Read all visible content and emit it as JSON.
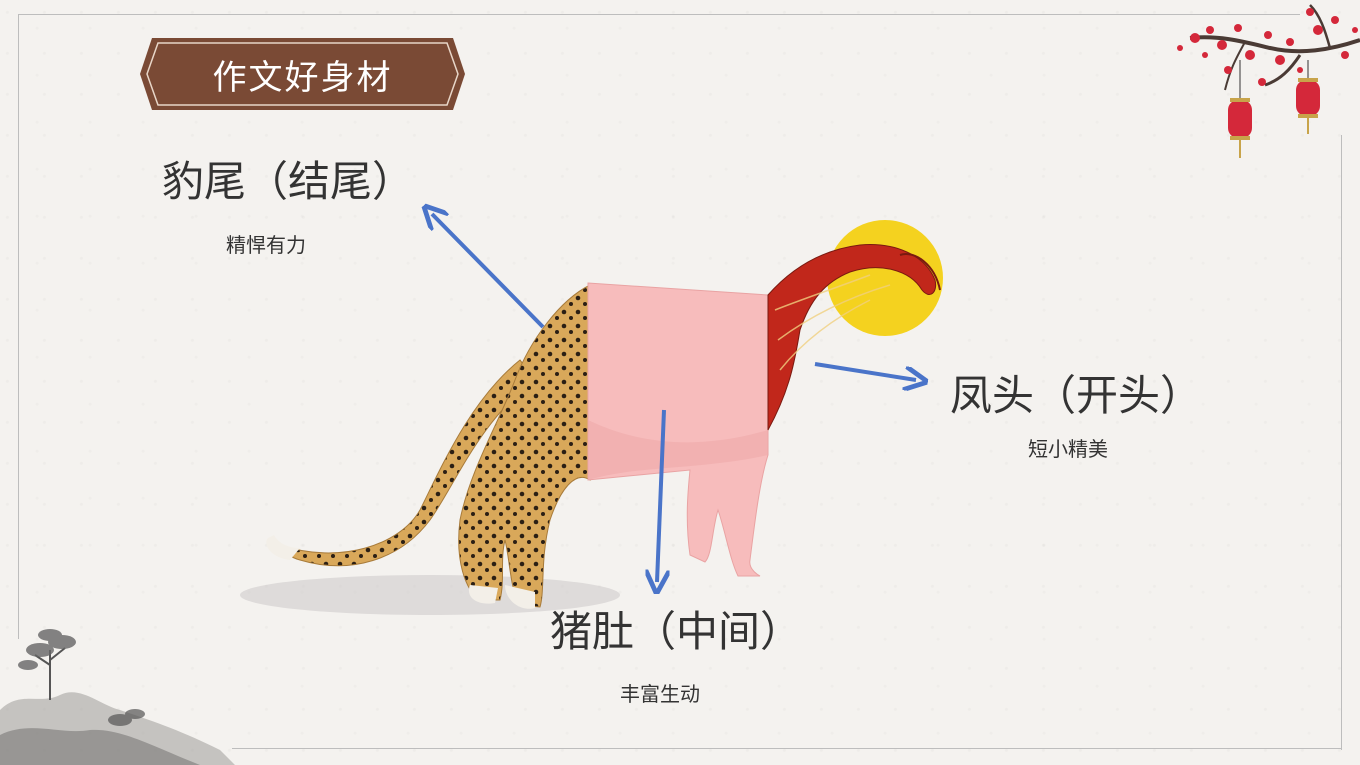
{
  "title": "作文好身材",
  "parts": {
    "tail": {
      "label": "豹尾（结尾）",
      "desc": "精悍有力"
    },
    "head": {
      "label": "凤头（开头）",
      "desc": "短小精美"
    },
    "belly": {
      "label": "猪肚（中间）",
      "desc": "丰富生动"
    }
  },
  "colors": {
    "arrow": "#4a74c9",
    "banner": "#7a4a35",
    "pig": "#f7bcbc",
    "leopard": "#d9a85a",
    "phoenix": "#c1271b",
    "sun": "#f4d21f",
    "blossom": "#d4283a"
  },
  "icons": {
    "plum": "plum-blossom-branch-icon",
    "landscape": "ink-landscape-icon"
  }
}
